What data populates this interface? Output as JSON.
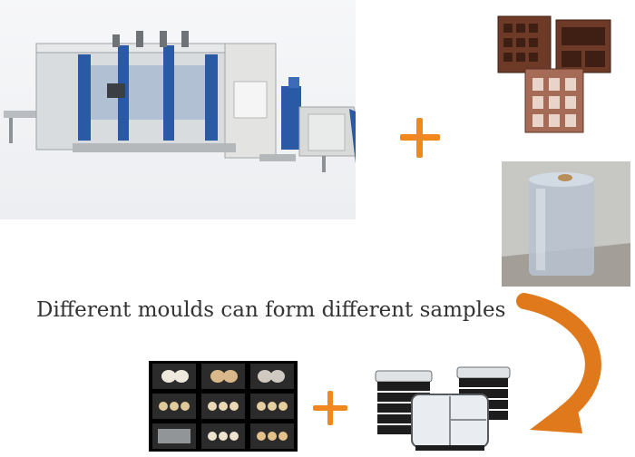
{
  "caption": "Different moulds can form different samples",
  "colors": {
    "accent_orange": "#f0881e",
    "machine_blue": "#2a5aa6",
    "machine_grey": "#e3e4e2",
    "mold_brown": "#6d3a28",
    "caption_text": "#333333"
  },
  "images": {
    "machine": "thermoforming-machine",
    "mold": "mold-trays",
    "film": "plastic-film-roll",
    "samples": "egg-tray-samples",
    "containers": "food-containers"
  }
}
